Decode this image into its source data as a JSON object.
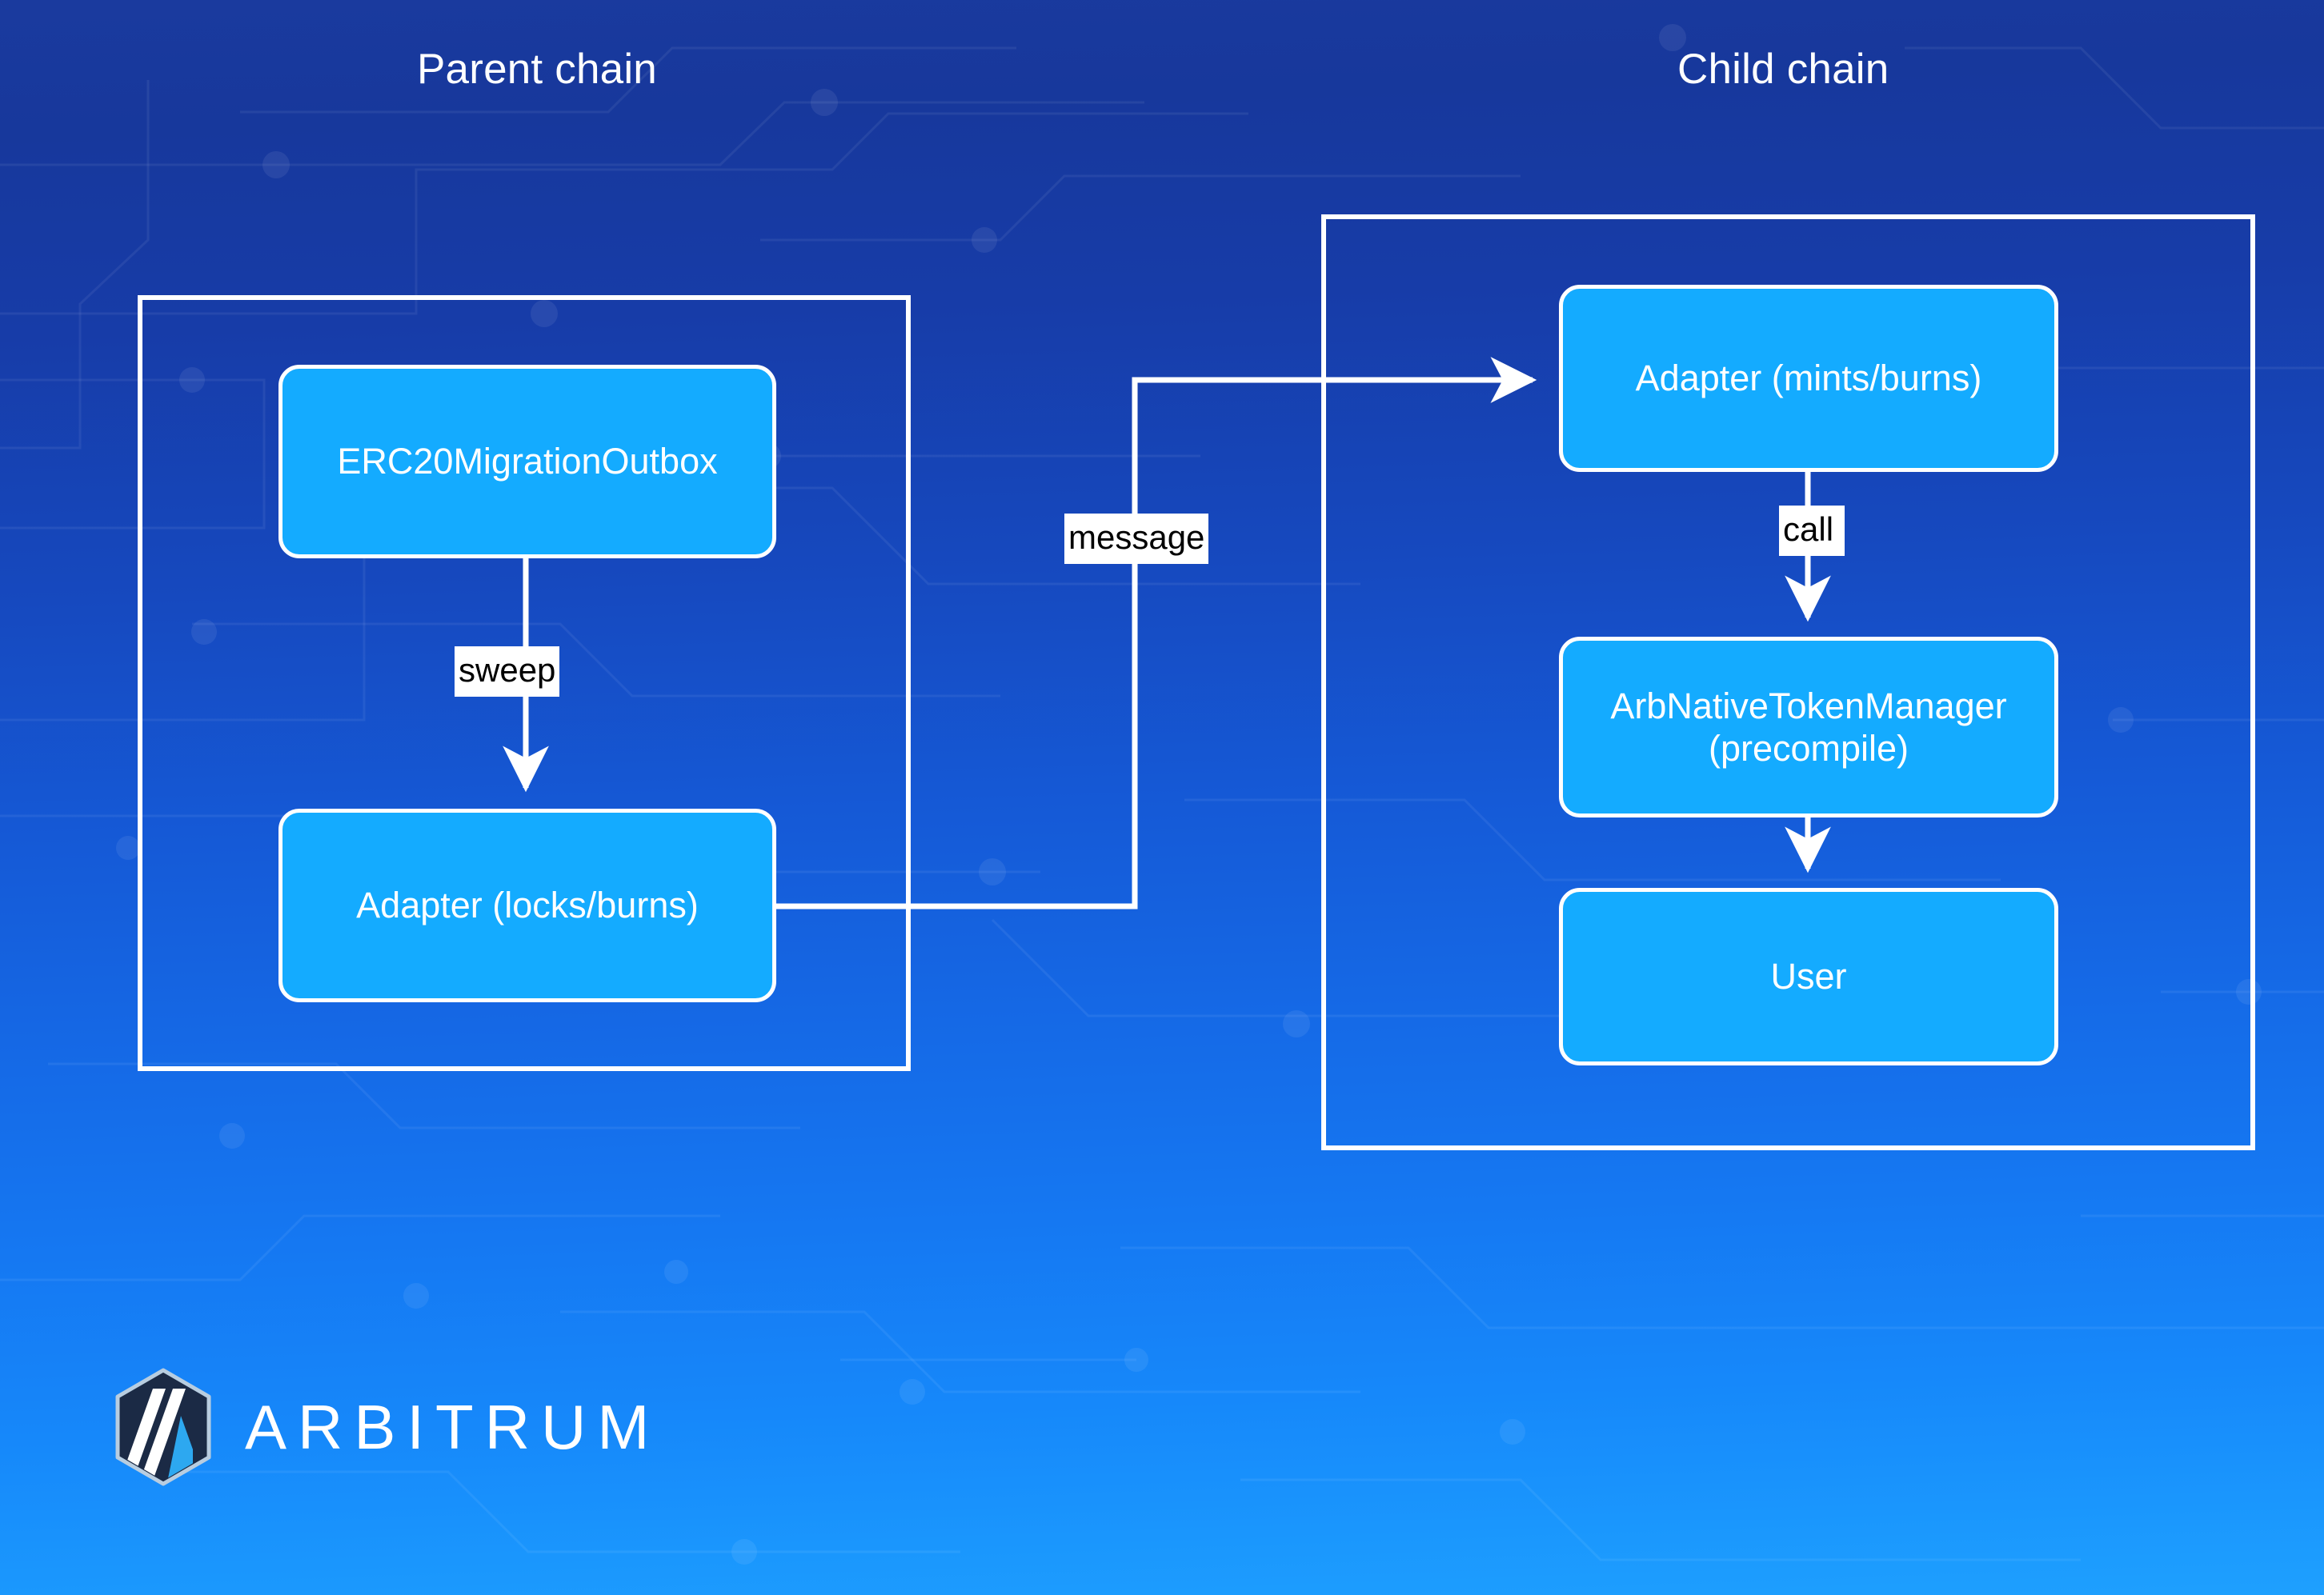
{
  "diagram": {
    "title_parent": "Parent chain",
    "title_child": "Child chain",
    "parent_chain": {
      "nodes": [
        {
          "id": "erc20-migration-outbox",
          "label": "ERC20MigrationOutbox"
        },
        {
          "id": "adapter-locks-burns",
          "label": "Adapter (locks/burns)"
        }
      ]
    },
    "child_chain": {
      "nodes": [
        {
          "id": "adapter-mints-burns",
          "label": "Adapter (mints/burns)"
        },
        {
          "id": "arb-native-token-manager",
          "label_line1": "ArbNativeTokenManager",
          "label_line2": "(precompile)"
        },
        {
          "id": "user",
          "label": "User"
        }
      ]
    },
    "edges": [
      {
        "id": "sweep",
        "label": "sweep",
        "from": "erc20-migration-outbox",
        "to": "adapter-locks-burns"
      },
      {
        "id": "message",
        "label": "message",
        "from": "adapter-locks-burns",
        "to": "adapter-mints-burns"
      },
      {
        "id": "call",
        "label": "call",
        "from": "adapter-mints-burns",
        "to": "arb-native-token-manager"
      },
      {
        "id": "mint-to-user",
        "label": "",
        "from": "arb-native-token-manager",
        "to": "user"
      }
    ],
    "colors": {
      "node_fill": "#14abff",
      "node_border": "#ffffff",
      "container_border": "#ffffff",
      "label_bg": "#ffffff",
      "label_text": "#000000",
      "title_text": "#ffffff",
      "background_top": "#1a3a9e",
      "background_bottom": "#1ea0fe"
    }
  },
  "branding": {
    "wordmark": "ARBITRUM",
    "logo_icon": "arbitrum-hexagon-logo"
  }
}
